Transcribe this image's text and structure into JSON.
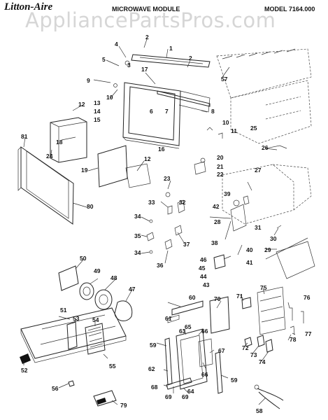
{
  "header": {
    "brand": "Litton-Aire",
    "title": "MICROWAVE MODULE",
    "model": "MODEL 7164.000"
  },
  "watermark": "AppliancePartsPros.com",
  "part_numbers": [
    "1",
    "2",
    "2",
    "3",
    "4",
    "5",
    "6",
    "7",
    "8",
    "9",
    "10",
    "10",
    "11",
    "12",
    "12",
    "13",
    "14",
    "15",
    "16",
    "17",
    "18",
    "19",
    "20",
    "21",
    "22",
    "23",
    "24",
    "25",
    "26",
    "27",
    "28",
    "29",
    "30",
    "31",
    "32",
    "33",
    "34",
    "34",
    "35",
    "36",
    "37",
    "38",
    "39",
    "40",
    "41",
    "42",
    "43",
    "44",
    "45",
    "46",
    "47",
    "48",
    "49",
    "50",
    "51",
    "52",
    "53",
    "54",
    "55",
    "56",
    "57",
    "58",
    "59",
    "59",
    "60",
    "61",
    "62",
    "63",
    "64",
    "65",
    "66",
    "66",
    "67",
    "68",
    "69",
    "69",
    "70",
    "71",
    "72",
    "73",
    "74",
    "75",
    "76",
    "77",
    "78",
    "79",
    "80",
    "81"
  ]
}
